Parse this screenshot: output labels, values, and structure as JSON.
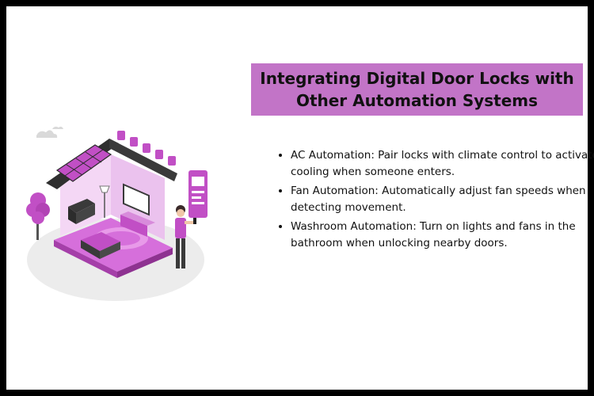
{
  "title": {
    "line1": "Integrating Digital Door Locks with",
    "line2": "Other Automation Systems"
  },
  "bullets": [
    "AC Automation: Pair locks with climate control to activate cooling when someone enters.",
    "Fan Automation: Automatically adjust fan speeds when detecting movement.",
    "Washroom Automation: Turn on lights and fans in the bathroom when unlocking nearby doors."
  ],
  "illustration": {
    "icon": "smart-home-illustration-icon",
    "accent_color": "#c14fc5",
    "dark_color": "#3a3a3a"
  },
  "colors": {
    "title_band": "#c274c7",
    "frame": "#000000",
    "background": "#ffffff"
  }
}
